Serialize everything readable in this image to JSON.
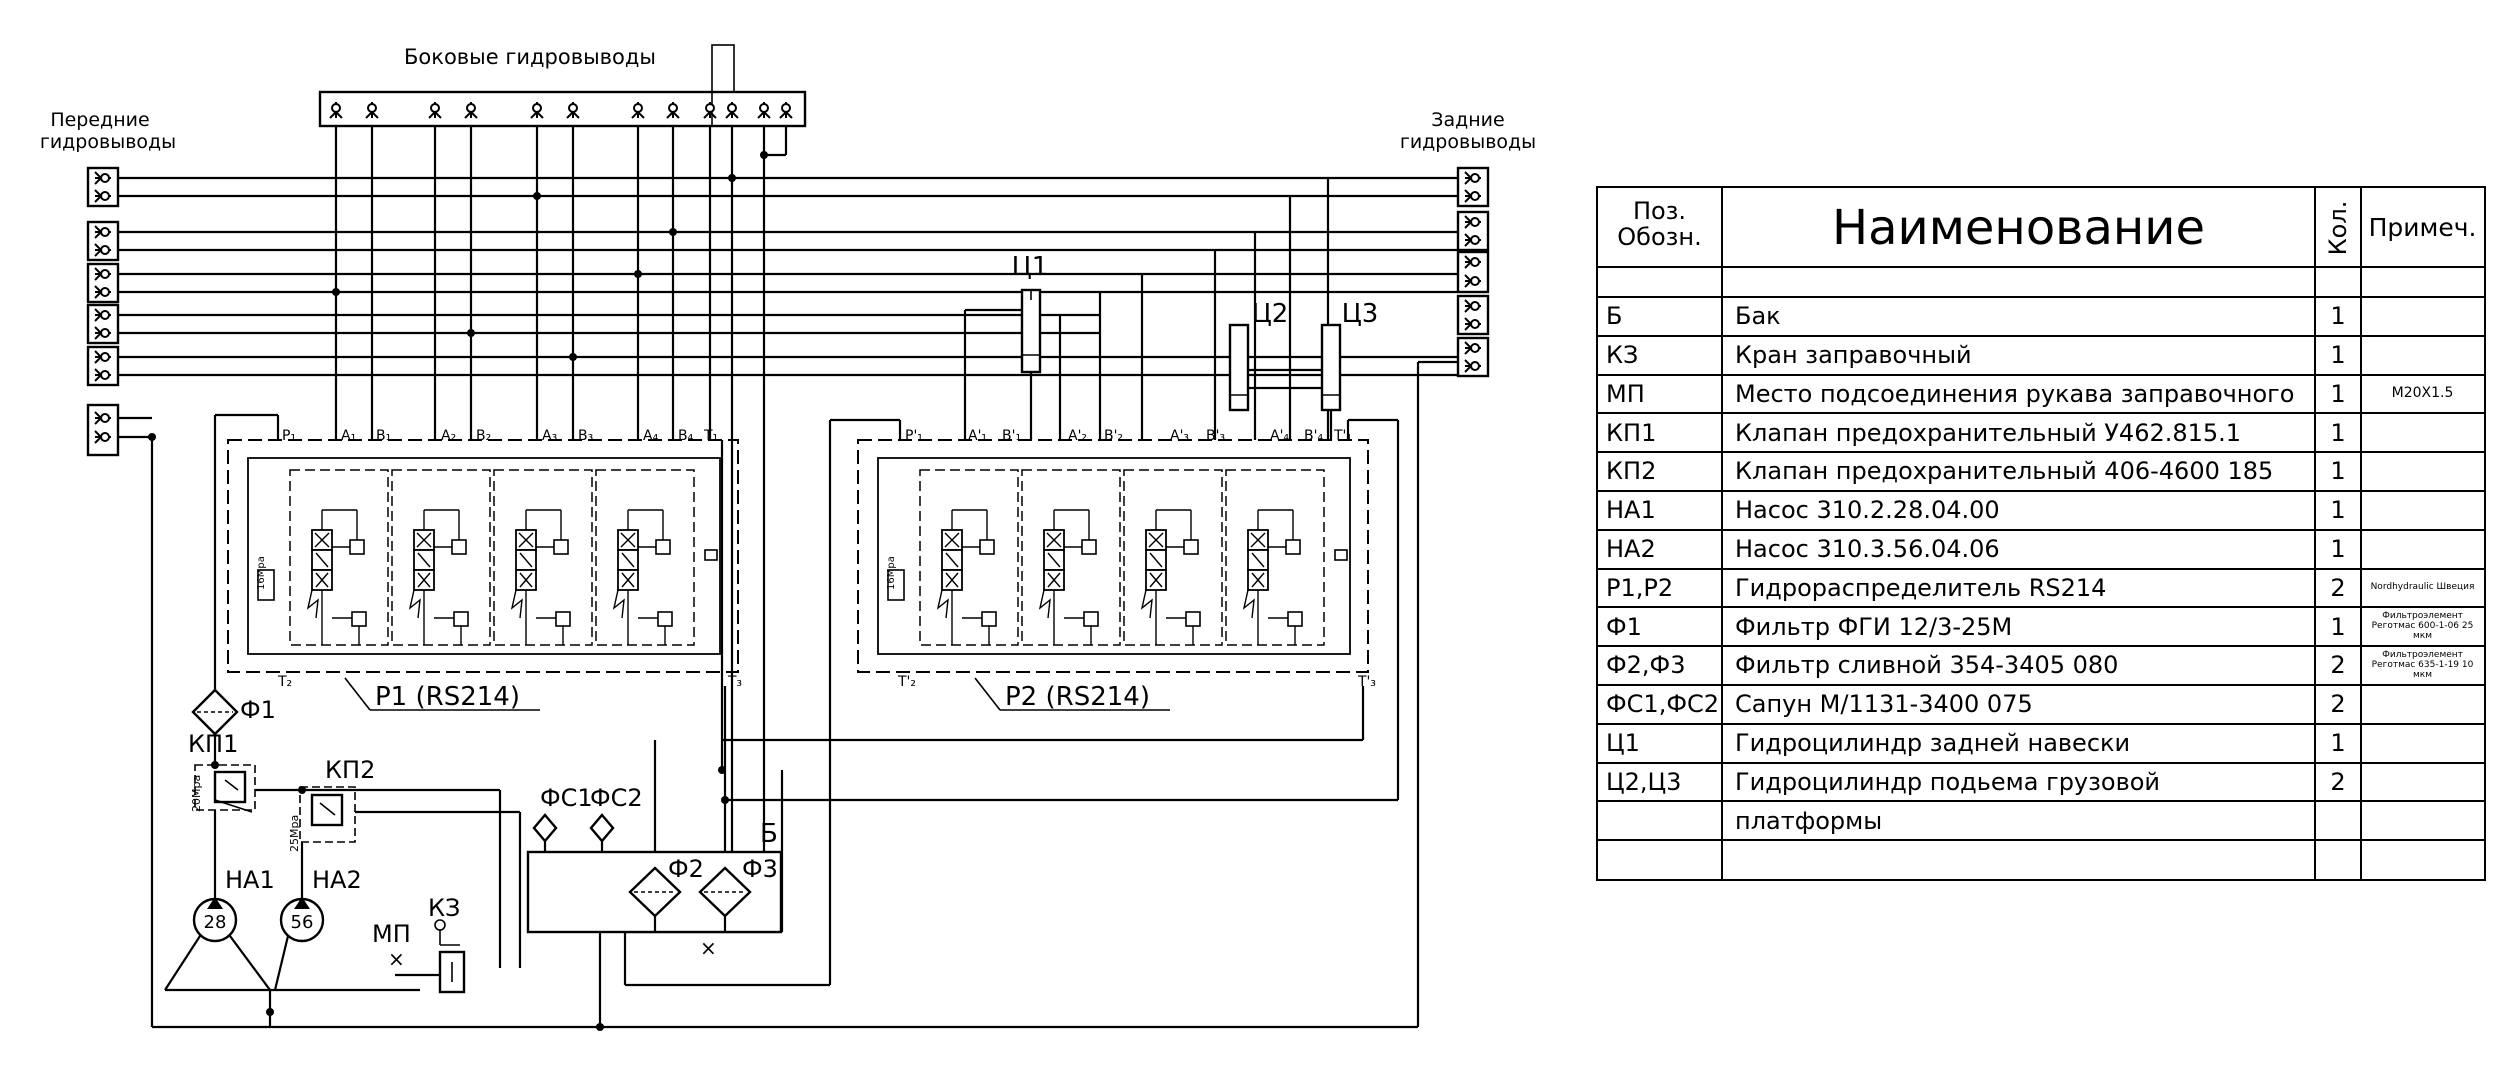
{
  "diagram": {
    "labels": {
      "front_outputs": [
        "Передние",
        "гидровыводы"
      ],
      "side_outputs": "Боковые гидровыводы",
      "rear_outputs": [
        "Задние",
        "гидровыводы"
      ],
      "p1": "Р1 (RS214)",
      "p2": "Р2 (RS214)",
      "f1": "Ф1",
      "kp1": "КП1",
      "kp2": "КП2",
      "fs1": "ФС1",
      "fs2": "ФС2",
      "f2": "Ф2",
      "f3": "Ф3",
      "tank": "Б",
      "na1": "НА1",
      "na2": "НА2",
      "mp": "МП",
      "kz": "КЗ",
      "c1": "Ц1",
      "c2": "Ц2",
      "c3": "Ц3",
      "pump1_value": "28",
      "pump2_value": "56",
      "kp1_pressure": "20Mpa",
      "kp2_pressure": "25Mpa"
    },
    "p1_ports": [
      "P₁",
      "A₁",
      "B₁",
      "A₂",
      "B₂",
      "A₃",
      "B₃",
      "A₄",
      "B₄",
      "T₁"
    ],
    "p2_ports": [
      "P'₁",
      "A'₁",
      "B'₁",
      "A'₂",
      "B'₂",
      "A'₃",
      "B'₃",
      "A'₄",
      "B'₄",
      "T'₁"
    ],
    "p1_bottom_ports": [
      "T₂",
      "T₃"
    ],
    "p2_bottom_ports": [
      "T'₂",
      "T'₃"
    ]
  },
  "table": {
    "headers": {
      "pos": [
        "Поз.",
        "Обозн."
      ],
      "name": "Наименование",
      "qty": "Кол.",
      "note": "Примеч."
    },
    "rows": [
      {
        "pos": "Б",
        "name": "Бак",
        "qty": "1",
        "note": ""
      },
      {
        "pos": "КЗ",
        "name": "Кран заправочный",
        "qty": "1",
        "note": ""
      },
      {
        "pos": "МП",
        "name": "Место подсоединения рукава заправочного",
        "qty": "1",
        "note": "M20X1.5"
      },
      {
        "pos": "КП1",
        "name": "Клапан предохранительный У462.815.1",
        "qty": "1",
        "note": ""
      },
      {
        "pos": "КП2",
        "name": "Клапан предохранительный 406-4600 185",
        "qty": "1",
        "note": ""
      },
      {
        "pos": "НА1",
        "name": "Насос 310.2.28.04.00",
        "qty": "1",
        "note": ""
      },
      {
        "pos": "НА2",
        "name": "Насос 310.3.56.04.06",
        "qty": "1",
        "note": ""
      },
      {
        "pos": "Р1,Р2",
        "name": "Гидрораспределитель RS214",
        "qty": "2",
        "note": "Nordhydraulic Швеция"
      },
      {
        "pos": "Ф1",
        "name": "Фильтр ФГИ 12/3-25М",
        "qty": "1",
        "note": "Фильтроэлемент Реготмас 600-1-06 25 мкм"
      },
      {
        "pos": "Ф2,Ф3",
        "name": "Фильтр сливной 354-3405 080",
        "qty": "2",
        "note": "Фильтроэлемент Реготмас 635-1-19 10 мкм"
      },
      {
        "pos": "ФС1,ФС2",
        "name": "Сапун М/1131-3400 075",
        "qty": "2",
        "note": ""
      },
      {
        "pos": "Ц1",
        "name": "Гидроцилиндр задней навески",
        "qty": "1",
        "note": ""
      },
      {
        "pos": "Ц2,Ц3",
        "name": "Гидроцилиндр подьема грузовой",
        "qty": "2",
        "note": ""
      },
      {
        "pos": "",
        "name": "платформы",
        "qty": "",
        "note": ""
      },
      {
        "pos": "",
        "name": "",
        "qty": "",
        "note": ""
      }
    ]
  }
}
